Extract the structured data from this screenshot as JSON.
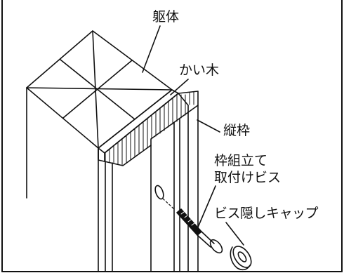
{
  "labels": {
    "kutai": "躯体",
    "kaigi": "かい木",
    "tatewaku": "縦枠",
    "screw_line1": "枠組立て",
    "screw_line2": "取付けビス",
    "cap": "ビス隠しキャップ"
  },
  "colors": {
    "line": "#111111",
    "background": "#ffffff"
  }
}
